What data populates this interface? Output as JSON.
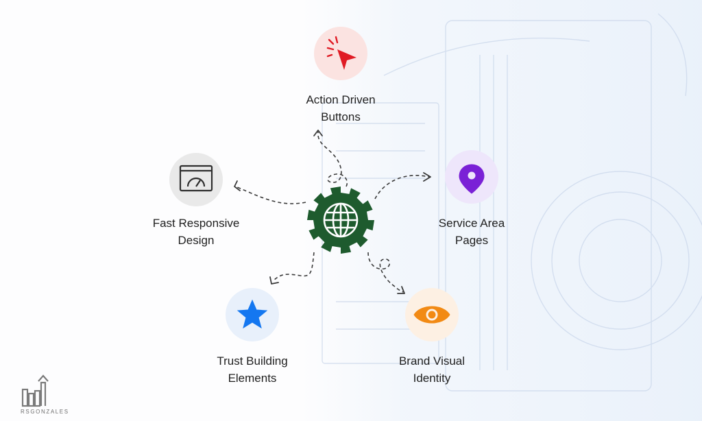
{
  "center": {
    "icon": "globe-in-gear-icon",
    "color": "#1e5b2e"
  },
  "nodes": [
    {
      "id": "action",
      "icon": "cursor-click-icon",
      "circle": "#fbe3e1",
      "accent": "#e01b24",
      "lines": [
        "Action Driven",
        "Buttons"
      ]
    },
    {
      "id": "service",
      "icon": "map-pin-icon",
      "circle": "#eee6fb",
      "accent": "#7a21d6",
      "lines": [
        "Service Area",
        "Pages"
      ]
    },
    {
      "id": "brand",
      "icon": "eye-icon",
      "circle": "#fdf0e3",
      "accent": "#f28a14",
      "lines": [
        "Brand Visual",
        "Identity"
      ]
    },
    {
      "id": "trust",
      "icon": "star-icon",
      "circle": "#e8f0fb",
      "accent": "#1477f0",
      "lines": [
        "Trust Building",
        "Elements"
      ]
    },
    {
      "id": "fast",
      "icon": "speed-gauge-window-icon",
      "circle": "#e9e9e9",
      "accent": "#2e2e2e",
      "lines": [
        "Fast Responsive",
        "Design"
      ]
    }
  ],
  "logo": {
    "text": "RSGONZALES",
    "icon": "bar-chart-arrow-logo-icon",
    "color": "#7a7a7a"
  }
}
